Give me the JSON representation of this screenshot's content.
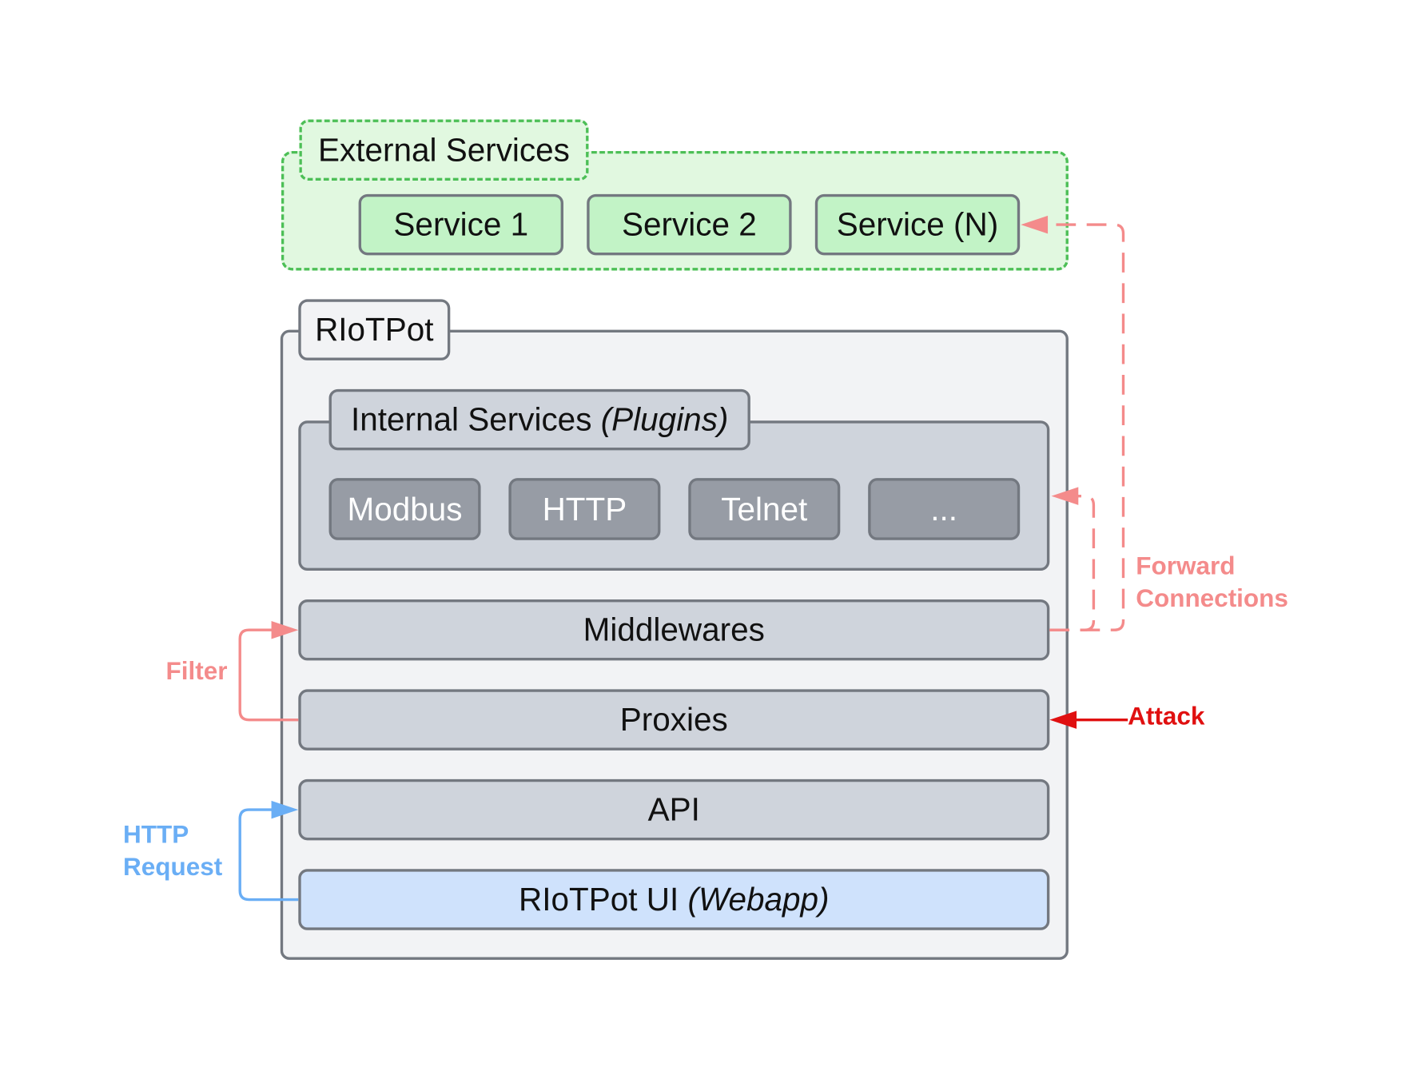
{
  "external_services": {
    "title": "External Services",
    "services": [
      "Service 1",
      "Service 2",
      "Service (N)"
    ]
  },
  "riotpot": {
    "title": "RIoTPot",
    "internal_services": {
      "title": "Internal Services",
      "title_suffix": "(Plugins)",
      "plugins": [
        "Modbus",
        "HTTP",
        "Telnet",
        "..."
      ]
    },
    "layers": {
      "middlewares": "Middlewares",
      "proxies": "Proxies",
      "api": "API",
      "ui": "RIoTPot UI",
      "ui_suffix": "(Webapp)"
    }
  },
  "annotations": {
    "forward_line1": "Forward",
    "forward_line2": "Connections",
    "filter": "Filter",
    "attack": "Attack",
    "http_line1": "HTTP",
    "http_line2": "Request"
  },
  "colors": {
    "external_fill": "#e1f8e0",
    "external_border": "#4cbf56",
    "service_fill": "#c2f3c6",
    "riotpot_fill": "#f2f3f5",
    "layer_fill": "#cfd4dc",
    "plugin_fill": "#979ca5",
    "ui_fill": "#cfe2fc",
    "border": "#737880",
    "forward_arrow": "#f48b8b",
    "attack_arrow": "#e01010",
    "http_arrow": "#6aaef5"
  }
}
